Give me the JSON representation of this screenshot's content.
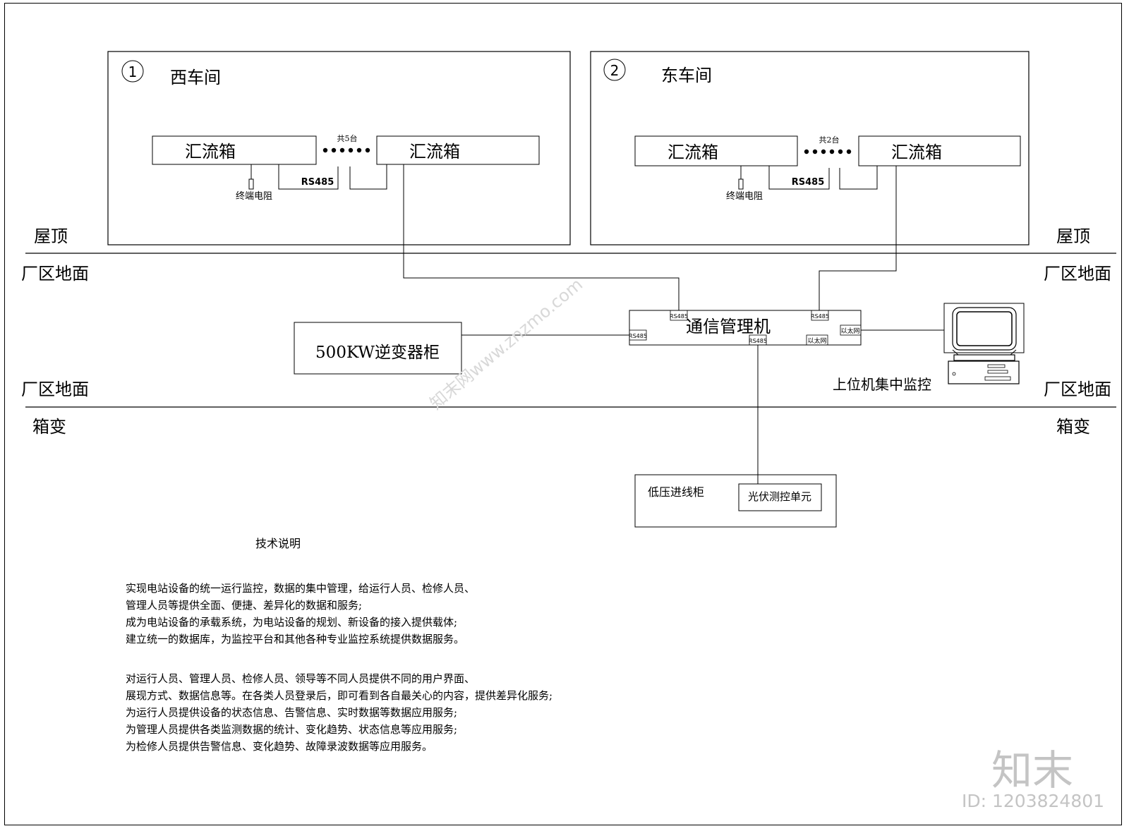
{
  "west_workshop": {
    "number": "1",
    "title": "西车间",
    "combiner_left": "汇流箱",
    "combiner_right": "汇流箱",
    "count": "共5台",
    "rs485": "RS485",
    "terminator": "终端电阻"
  },
  "east_workshop": {
    "number": "2",
    "title": "东车间",
    "combiner_left": "汇流箱",
    "combiner_right": "汇流箱",
    "count": "共2台",
    "rs485": "RS485",
    "terminator": "终端电阻"
  },
  "levels": {
    "roof_left": "屋顶",
    "roof_right": "屋顶",
    "ground1_left": "厂区地面",
    "ground1_right": "厂区地面",
    "ground2_left": "厂区地面",
    "ground2_right": "厂区地面",
    "box_left": "箱变",
    "box_right": "箱变"
  },
  "comm_manager": {
    "title": "通信管理机",
    "port_left_top": "RS485",
    "port_left": "RS485",
    "port_right_top": "RS485",
    "port_bottom": "RS485",
    "eth_inner": "以太网",
    "eth_outer": "以太网"
  },
  "inverter": {
    "label": "500KW逆变器柜"
  },
  "host": {
    "label": "上位机集中监控"
  },
  "low_voltage": {
    "cabinet": "低压进线柜",
    "unit": "光伏测控单元"
  },
  "notes": {
    "title": "技术说明",
    "para1": [
      "实现电站设备的统一运行监控，数据的集中管理，给运行人员、检修人员、",
      "管理人员等提供全面、便捷、差异化的数据和服务;",
      "成为电站设备的承载系统，为电站设备的规划、新设备的接入提供载体;",
      "建立统一的数据库，为监控平台和其他各种专业监控系统提供数据服务。"
    ],
    "para2": [
      "对运行人员、管理人员、检修人员、领导等不同人员提供不同的用户界面、",
      "展现方式、数据信息等。在各类人员登录后，即可看到各自最关心的内容，提供差异化服务;",
      "为运行人员提供设备的状态信息、告警信息、实时数据等数据应用服务;",
      "为管理人员提供各类监测数据的统计、变化趋势、状态信息等应用服务;",
      "为检修人员提供告警信息、变化趋势、故障录波数据等应用服务。"
    ]
  },
  "watermark": {
    "brand": "知末",
    "id": "ID: 1203824801",
    "site": "知末网www.znzmo.com"
  }
}
